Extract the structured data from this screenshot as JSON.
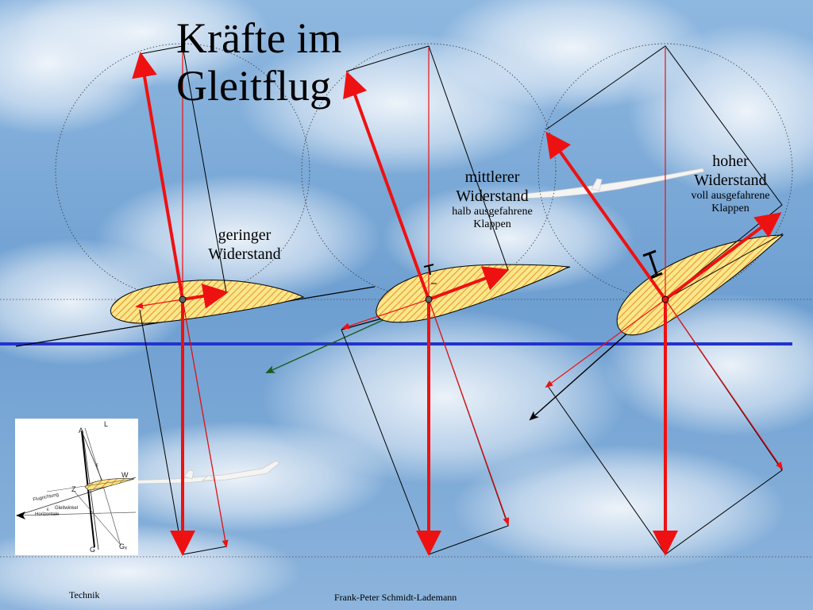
{
  "title_line1": "Kräfte im",
  "title_line2": "Gleitflug",
  "cases": [
    {
      "line1": "geringer",
      "line2": "Widerstand",
      "sub1": "",
      "sub2": ""
    },
    {
      "line1": "mittlerer",
      "line2": "Widerstand",
      "sub1": "halb ausgefahrene",
      "sub2": "Klappen"
    },
    {
      "line1": "hoher",
      "line2": "Widerstand",
      "sub1": "voll ausgefahrene",
      "sub2": "Klappen"
    }
  ],
  "inset": {
    "labels": [
      "A",
      "L",
      "W",
      "Z",
      "G",
      "Gₓ",
      "Flugrichtung",
      "Gleitwinkel",
      "Horizontale",
      "ε",
      "ε"
    ]
  },
  "footer_left": "Technik",
  "footer_center": "Frank-Peter Schmidt-Lademann",
  "colors": {
    "force": "#ee1111",
    "horizon": "#2233cc",
    "sky": "#6fa0d0",
    "wing_fill": "#f7e27a",
    "wing_hatch": "#ee7722",
    "glide_vector": "#1a5a1a"
  }
}
